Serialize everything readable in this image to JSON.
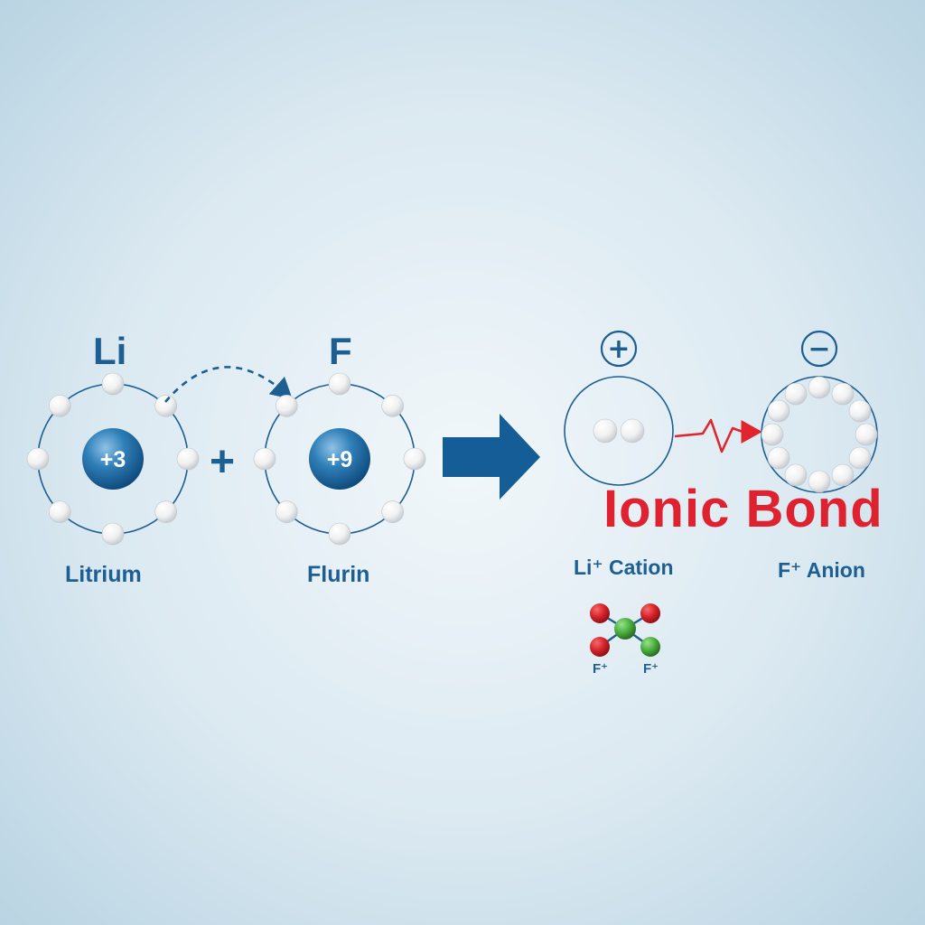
{
  "reactants": [
    {
      "symbol": "Li",
      "name": "Litrium",
      "nucleus_charge": "+3",
      "electron_count": 8
    },
    {
      "symbol": "F",
      "name": "Flurin",
      "nucleus_charge": "+9",
      "electron_count": 8
    }
  ],
  "plus_sign": "+",
  "title": "Ionic Bond",
  "cation": {
    "charge_sign": "+",
    "label": "Li⁺ Cation",
    "electron_count": 2
  },
  "anion": {
    "charge_sign": "−",
    "label": "F⁺ Anion",
    "electron_count": 12
  },
  "molecule_labels": [
    "F⁺",
    "F⁺"
  ],
  "colors": {
    "primary": "#1d5e93",
    "title": "#de2230",
    "zigzag": "#e0252f",
    "nucleus": "#2f7fb8",
    "atom_red": "#d8232a",
    "atom_green": "#4caf3e",
    "electron": "#f4f4f4"
  }
}
